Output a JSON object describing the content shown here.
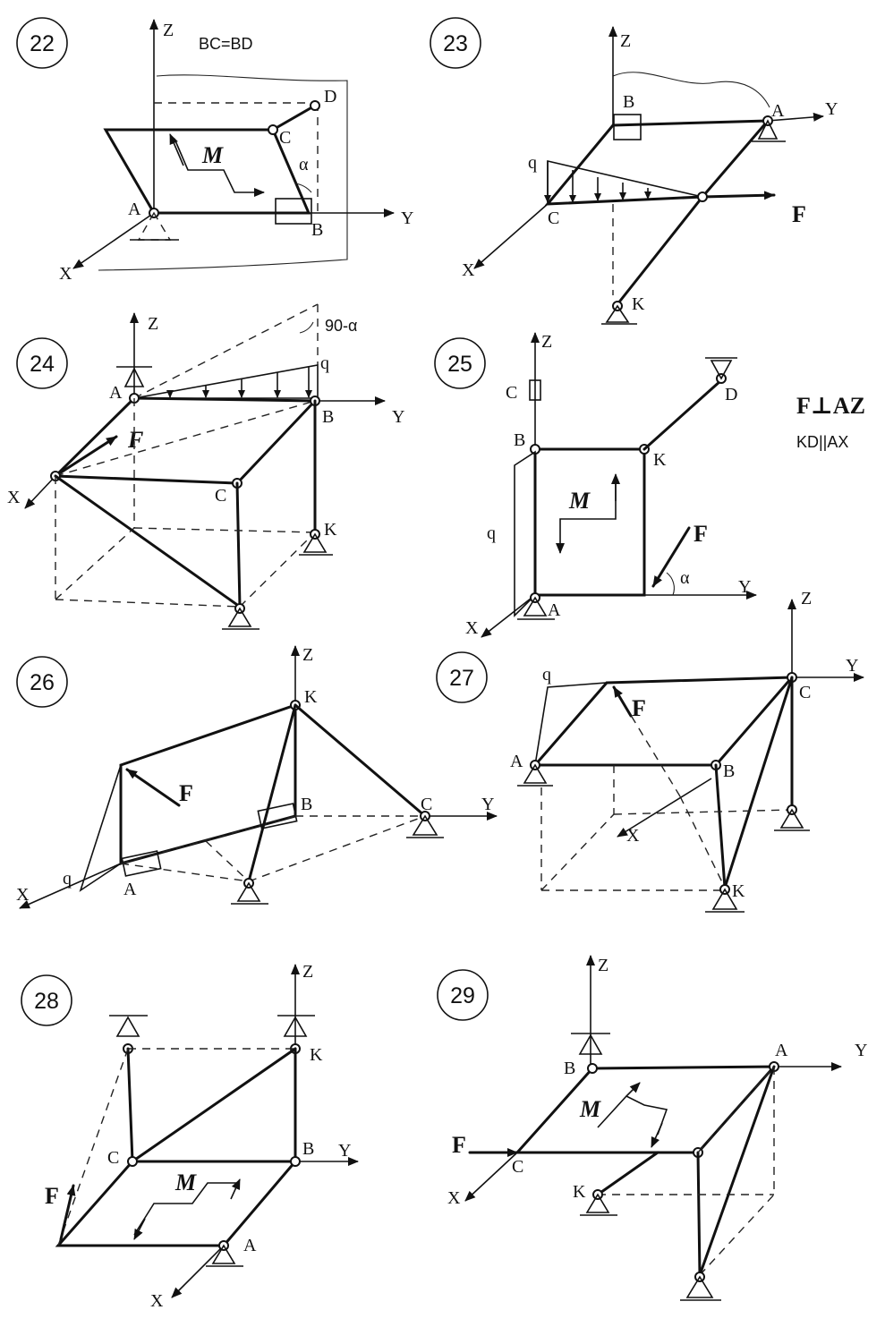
{
  "problems": [
    {
      "number": "22",
      "note": "BC=BD",
      "labels": {
        "a": "A",
        "b": "B",
        "c": "C",
        "d": "D",
        "x": "X",
        "y": "Y",
        "z": "Z",
        "m": "M",
        "alpha": "α"
      }
    },
    {
      "number": "23",
      "labels": {
        "a": "A",
        "b": "B",
        "c": "C",
        "k": "K",
        "x": "X",
        "y": "Y",
        "z": "Z",
        "q": "q",
        "f": "F"
      }
    },
    {
      "number": "24",
      "note": "90-α",
      "labels": {
        "a": "A",
        "b": "B",
        "c": "C",
        "k": "K",
        "x": "X",
        "y": "Y",
        "z": "Z",
        "q": "q",
        "f": "F"
      }
    },
    {
      "number": "25",
      "note1": "F⊥AZ",
      "note2": "KD||AX",
      "labels": {
        "a": "A",
        "b": "B",
        "c": "C",
        "d": "D",
        "k": "K",
        "x": "X",
        "y": "Y",
        "z": "Z",
        "q": "q",
        "f": "F",
        "m": "M",
        "alpha": "α"
      }
    },
    {
      "number": "26",
      "labels": {
        "a": "A",
        "b": "B",
        "c": "C",
        "k": "K",
        "x": "X",
        "y": "Y",
        "z": "Z",
        "q": "q",
        "f": "F"
      }
    },
    {
      "number": "27",
      "labels": {
        "a": "A",
        "b": "B",
        "c": "C",
        "k": "K",
        "x": "X",
        "y": "Y",
        "z": "Z",
        "q": "q",
        "f": "F"
      }
    },
    {
      "number": "28",
      "labels": {
        "a": "A",
        "b": "B",
        "c": "C",
        "k": "K",
        "x": "X",
        "y": "Y",
        "z": "Z",
        "f": "F",
        "m": "M"
      }
    },
    {
      "number": "29",
      "labels": {
        "a": "A",
        "b": "B",
        "c": "C",
        "k": "K",
        "x": "X",
        "y": "Y",
        "z": "Z",
        "f": "F",
        "m": "M"
      }
    }
  ]
}
